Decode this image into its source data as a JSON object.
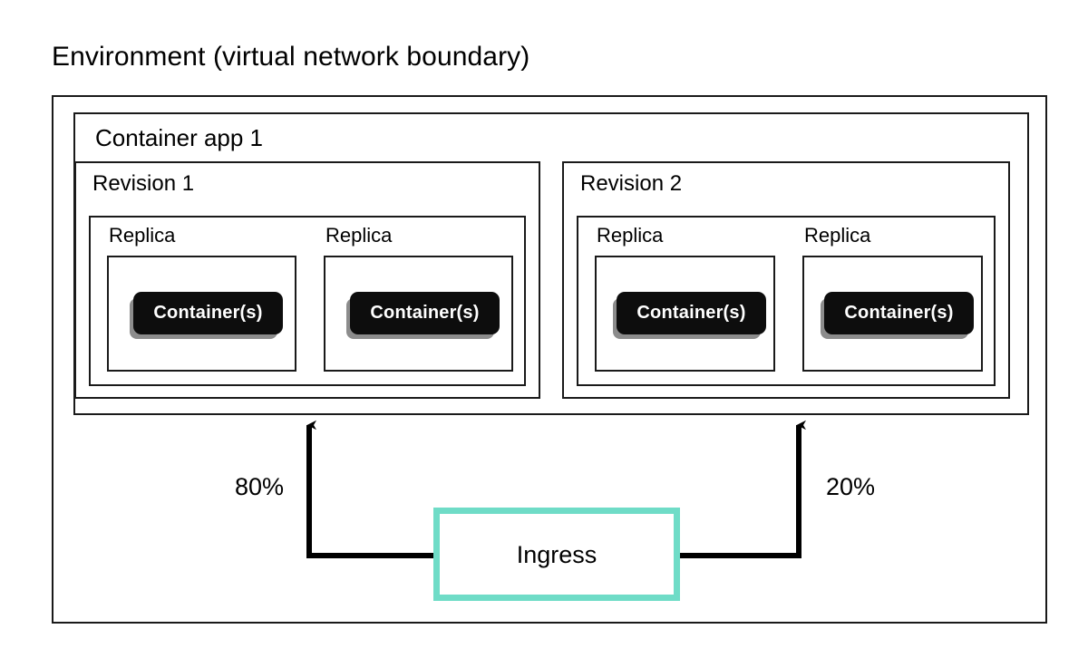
{
  "diagram": {
    "caption": "Environment (virtual network boundary)",
    "app": {
      "title": "Container app 1",
      "revisions": [
        {
          "title": "Revision 1",
          "traffic_label": "80%",
          "replicas": [
            {
              "label": "Replica",
              "container_label": "Container(s)"
            },
            {
              "label": "Replica",
              "container_label": "Container(s)"
            }
          ]
        },
        {
          "title": "Revision 2",
          "traffic_label": "20%",
          "replicas": [
            {
              "label": "Replica",
              "container_label": "Container(s)"
            },
            {
              "label": "Replica",
              "container_label": "Container(s)"
            }
          ]
        }
      ]
    },
    "ingress": {
      "label": "Ingress"
    },
    "colors": {
      "ingress_border": "#6fdcc7",
      "box_border": "#1a1a1a",
      "container_fill": "#0d0d0d",
      "container_text": "#ffffff",
      "container_shadow": "#8c8c8c",
      "background": "#ffffff"
    }
  }
}
